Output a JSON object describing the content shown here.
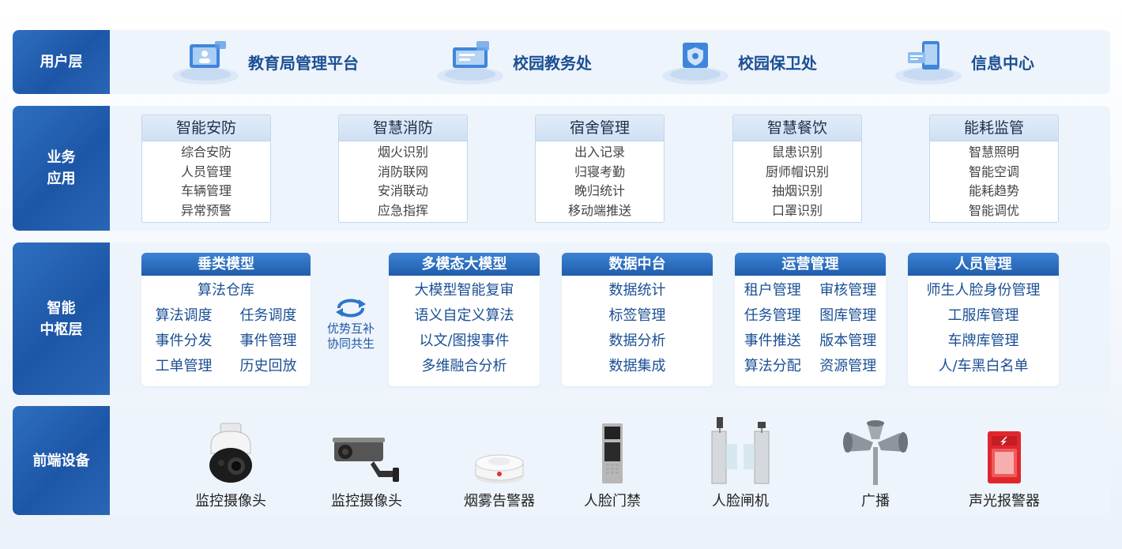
{
  "rows": {
    "user": {
      "label": "用户层",
      "items": [
        {
          "name": "教育局管理平台",
          "icon": "platform-icon"
        },
        {
          "name": "校园教务处",
          "icon": "academic-icon"
        },
        {
          "name": "校园保卫处",
          "icon": "security-office-icon"
        },
        {
          "name": "信息中心",
          "icon": "info-center-icon"
        }
      ]
    },
    "business": {
      "label": "业务\n应用",
      "cards": [
        {
          "title": "智能安防",
          "items": [
            "综合安防",
            "人员管理",
            "车辆管理",
            "异常预警"
          ]
        },
        {
          "title": "智慧消防",
          "items": [
            "烟火识别",
            "消防联网",
            "安消联动",
            "应急指挥"
          ]
        },
        {
          "title": "宿舍管理",
          "items": [
            "出入记录",
            "归寝考勤",
            "晚归统计",
            "移动端推送"
          ]
        },
        {
          "title": "智慧餐饮",
          "items": [
            "鼠患识别",
            "厨师帽识别",
            "抽烟识别",
            "口罩识别"
          ]
        },
        {
          "title": "能耗监管",
          "items": [
            "智慧照明",
            "智能空调",
            "能耗趋势",
            "智能调优"
          ]
        }
      ]
    },
    "middle": {
      "label": "智能\n中枢层",
      "vertical": {
        "title": "垂类模型",
        "top": "算法仓库",
        "grid": [
          "算法调度",
          "任务调度",
          "事件分发",
          "事件管理",
          "工单管理",
          "历史回放"
        ]
      },
      "sync": {
        "line1": "优势互补",
        "line2": "协同共生"
      },
      "multimodal": {
        "title": "多模态大模型",
        "items": [
          "大模型智能复审",
          "语义自定义算法",
          "以文/图搜事件",
          "多维融合分析"
        ]
      },
      "datacenter": {
        "title": "数据中台",
        "items": [
          "数据统计",
          "标签管理",
          "数据分析",
          "数据集成"
        ]
      },
      "ops": {
        "title": "运营管理",
        "grid": [
          "租户管理",
          "审核管理",
          "任务管理",
          "图库管理",
          "事件推送",
          "版本管理",
          "算法分配",
          "资源管理"
        ]
      },
      "people": {
        "title": "人员管理",
        "items": [
          "师生人脸身份管理",
          "工服库管理",
          "车牌库管理",
          "人/车黑白名单"
        ]
      }
    },
    "devices": {
      "label": "前端设备",
      "items": [
        {
          "name": "监控摄像头",
          "icon": "dome-camera-icon"
        },
        {
          "name": "监控摄像头",
          "icon": "bullet-camera-icon"
        },
        {
          "name": "烟雾告警器",
          "icon": "smoke-detector-icon"
        },
        {
          "name": "人脸门禁",
          "icon": "face-access-icon"
        },
        {
          "name": "人脸闸机",
          "icon": "face-gate-icon"
        },
        {
          "name": "广播",
          "icon": "loudspeaker-icon"
        },
        {
          "name": "声光报警器",
          "icon": "strobe-alarm-icon"
        }
      ]
    }
  },
  "colors": {
    "accent": "#1f5dab",
    "label_bg": "#2565b2",
    "text_blue": "#1b4f94",
    "row_bg": "#eef4fb"
  }
}
